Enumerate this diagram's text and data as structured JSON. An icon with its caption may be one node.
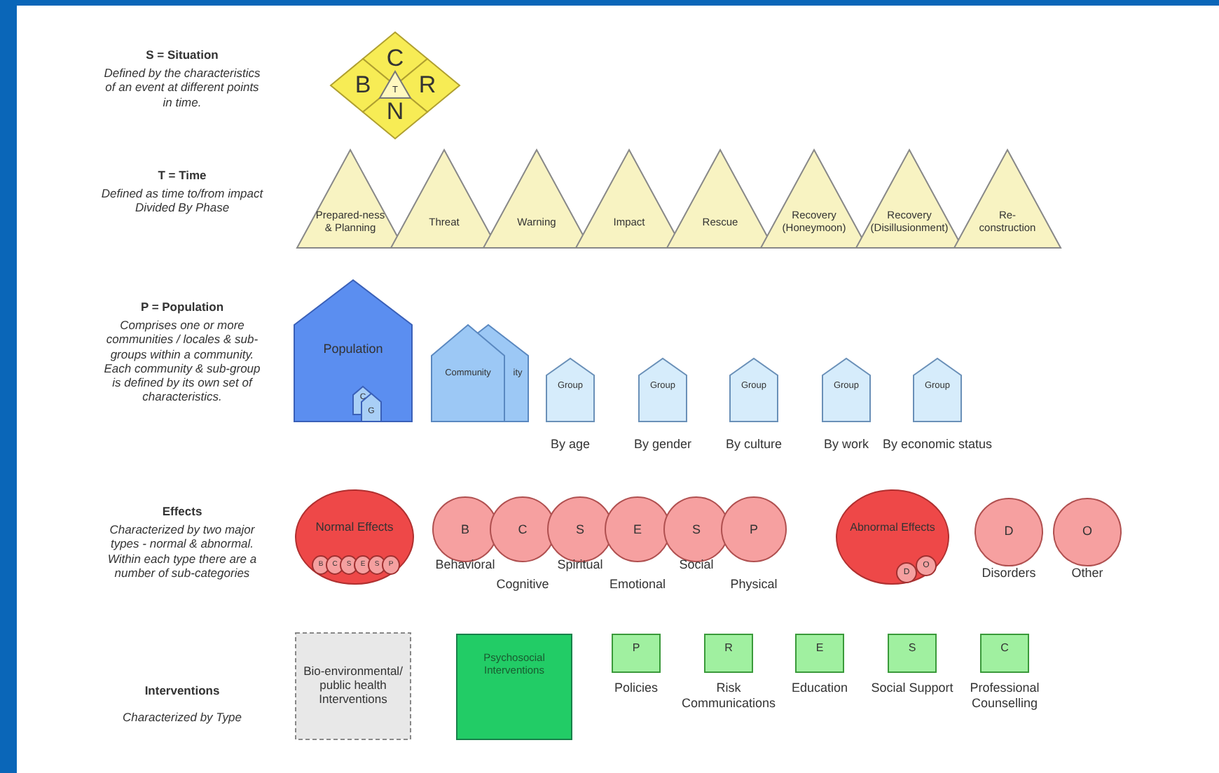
{
  "diagram": {
    "nodes": [
      {
        "text": [
          "C"
        ]
      },
      {
        "text": [
          "B"
        ]
      },
      {
        "text": [
          "T"
        ]
      },
      {
        "text": [
          "R"
        ]
      },
      {
        "text": [
          "N"
        ]
      },
      {
        "text": [
          "Prepared-ness & Planning"
        ]
      },
      {
        "text": [
          "Threat"
        ]
      },
      {
        "text": [
          "Warning"
        ]
      },
      {
        "text": [
          "Impact"
        ]
      },
      {
        "text": [
          "Rescue"
        ]
      },
      {
        "text": [
          "Recovery (Honeymoon)"
        ]
      },
      {
        "text": [
          "Recovery (Disillusionment)"
        ]
      },
      {
        "text": [
          "Re-construction"
        ]
      },
      {
        "text": [
          "Population"
        ]
      },
      {
        "text": [
          "C"
        ],
        "in": 13
      },
      {
        "text": [
          "G"
        ],
        "in": 13
      },
      {
        "text": [
          "Community"
        ]
      },
      {
        "text": [
          "ity"
        ]
      },
      {
        "text": [
          "Group"
        ],
        "beside": [
          "By age"
        ]
      },
      {
        "text": [
          "Group"
        ],
        "beside": [
          "By gender"
        ]
      },
      {
        "text": [
          "Group"
        ],
        "beside": [
          "By culture"
        ]
      },
      {
        "text": [
          "Group"
        ],
        "beside": [
          "By work"
        ]
      },
      {
        "text": [
          "Group"
        ],
        "beside": [
          "By economic status"
        ]
      },
      {
        "text": [
          "Normal Effects"
        ]
      },
      {
        "text": [
          "B"
        ],
        "in": 23
      },
      {
        "text": [
          "C"
        ],
        "in": 23
      },
      {
        "text": [
          "S"
        ],
        "in": 23
      },
      {
        "text": [
          "E"
        ],
        "in": 23
      },
      {
        "text": [
          "S"
        ],
        "in": 23
      },
      {
        "text": [
          "P"
        ],
        "in": 23
      },
      {
        "text": [
          "B"
        ],
        "beside": [
          "Behavioral"
        ]
      },
      {
        "text": [
          "C"
        ],
        "beside": [
          "Cognitive"
        ]
      },
      {
        "text": [
          "S"
        ],
        "beside": [
          "Spiritual"
        ]
      },
      {
        "text": [
          "E"
        ],
        "beside": [
          "Emotional"
        ]
      },
      {
        "text": [
          "S"
        ],
        "beside": [
          "Social"
        ]
      },
      {
        "text": [
          "P"
        ],
        "beside": [
          "Physical"
        ]
      },
      {
        "text": [
          "Abnormal Effects"
        ]
      },
      {
        "text": [
          "D"
        ],
        "in": 36
      },
      {
        "text": [
          "O"
        ],
        "in": 36
      },
      {
        "text": [
          "D"
        ],
        "beside": [
          "Disorders"
        ]
      },
      {
        "text": [
          "O"
        ],
        "beside": [
          "Other"
        ]
      },
      {
        "text": [
          "Bio-environmental/ public health Interventions"
        ]
      },
      {
        "text": [
          "Psychosocial Interventions"
        ]
      },
      {
        "text": [
          "P"
        ],
        "beside": [
          "Policies"
        ]
      },
      {
        "text": [
          "R"
        ],
        "beside": [
          "Risk Communications"
        ]
      },
      {
        "text": [
          "E"
        ],
        "beside": [
          "Education"
        ]
      },
      {
        "text": [
          "S"
        ],
        "beside": [
          "Social Support"
        ]
      },
      {
        "text": [
          "C"
        ],
        "beside": [
          "Professional Counselling"
        ]
      }
    ],
    "labels": [
      "S = Situation",
      "Defined by the characteristics of an event at different points in time.",
      "T = Time",
      "Defined as time to/from impact Divided By Phase",
      "P = Population",
      "Comprises one or more communities / locales & sub-groups within a community. Each community & sub-group is defined by its own set of characteristics.",
      "Effects",
      "Characterized by two major types - normal & abnormal. Within each type there are a number of sub-categories",
      "Interventions",
      "Characterized by Type"
    ]
  }
}
